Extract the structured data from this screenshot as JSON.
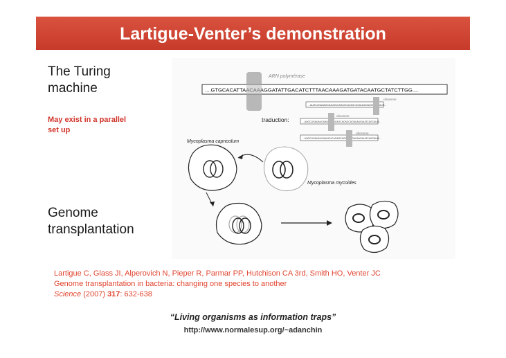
{
  "title": "Lartigue-Venter’s demonstration",
  "left": {
    "turing_line1": "The Turing",
    "turing_line2": "machine",
    "note_line1": "May exist in a parallel",
    "note_line2": "set up",
    "genome_line1": "Genome",
    "genome_line2": "transplantation"
  },
  "figure": {
    "arn_label": "ARN polymérase",
    "dna_sequence": "....GTGCACATTAACAAAGGATATTGACATCTTTAACAAAGATGATACAATGCTATCTTGG....",
    "ribosome_label": "ribosome",
    "traduction_label": "traduction:",
    "mrna_strand": "...AUGCUGAUAUGUAUGUCAGAGCACAGCUGAUAUGAUGCAGCAUG...",
    "capricolum_label": "Mycoplasma capricolum",
    "mycoides_label": "Mycoplasma mycoides"
  },
  "reference": {
    "authors": "Lartigue C, Glass JI, Alperovich N, Pieper R, Parmar PP, Hutchison CA 3rd, Smith HO, Venter JC",
    "article_title": "Genome transplantation in bacteria: changing one species to another",
    "journal": "Science",
    "year": " (2007) ",
    "volume": "317",
    "pages": ": 632-638"
  },
  "quote": "“Living organisms as information traps”",
  "url": "http://www.normalesup.org/~adanchin",
  "colors": {
    "title_bar": "#d0442f",
    "accent_text": "#e0442f"
  }
}
